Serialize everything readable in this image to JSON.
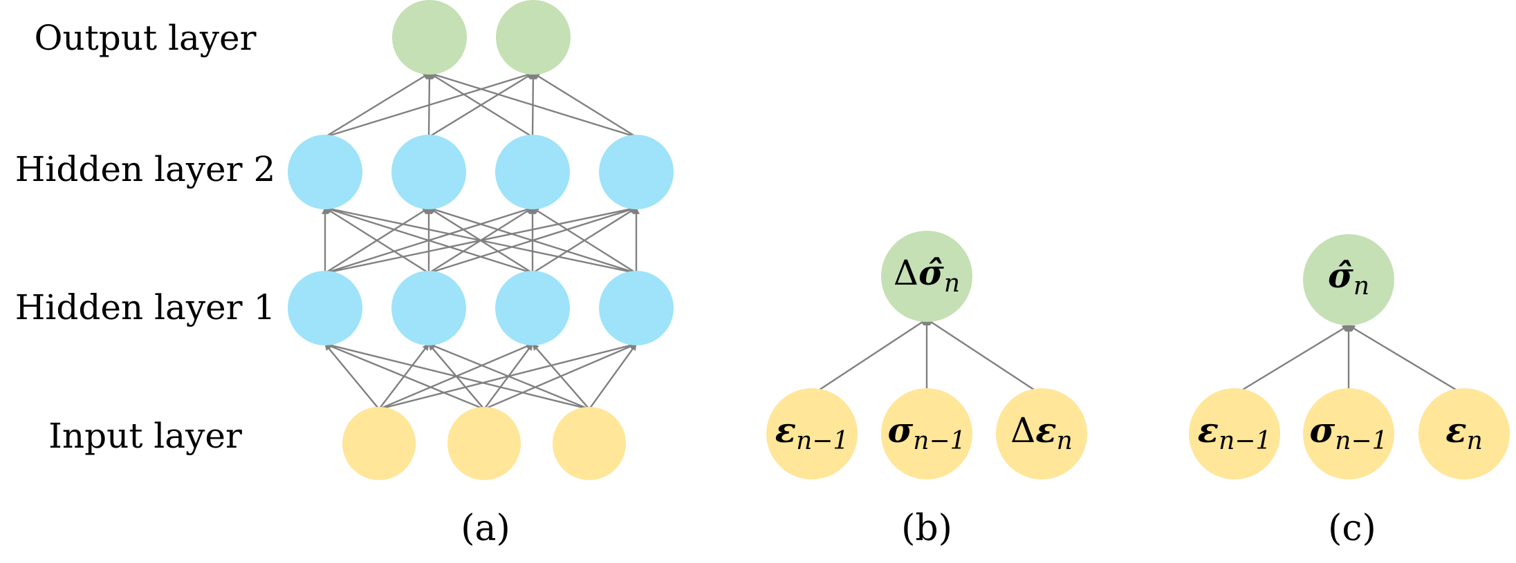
{
  "colors": {
    "input": "#ffe699",
    "hidden": "#9ee3f9",
    "output": "#c5e0b4",
    "edge": "#808080"
  },
  "panel_a": {
    "caption": "(a)",
    "labels": {
      "output": "Output layer",
      "hidden2": "Hidden layer 2",
      "hidden1": "Hidden layer 1",
      "input": "Input layer"
    }
  },
  "panel_b": {
    "caption": "(b)",
    "output_node": {
      "prefix": "Δ",
      "symbol": "σ̂",
      "sub": "n"
    },
    "input_nodes": [
      {
        "prefix": "",
        "symbol": "ε",
        "sub": "n−1"
      },
      {
        "prefix": "",
        "symbol": "σ",
        "sub": "n−1"
      },
      {
        "prefix": "Δ",
        "symbol": "ε",
        "sub": "n"
      }
    ]
  },
  "panel_c": {
    "caption": "(c)",
    "output_node": {
      "prefix": "",
      "symbol": "σ̂",
      "sub": "n"
    },
    "input_nodes": [
      {
        "prefix": "",
        "symbol": "ε",
        "sub": "n−1"
      },
      {
        "prefix": "",
        "symbol": "σ",
        "sub": "n−1"
      },
      {
        "prefix": "",
        "symbol": "ε",
        "sub": "n"
      }
    ]
  }
}
